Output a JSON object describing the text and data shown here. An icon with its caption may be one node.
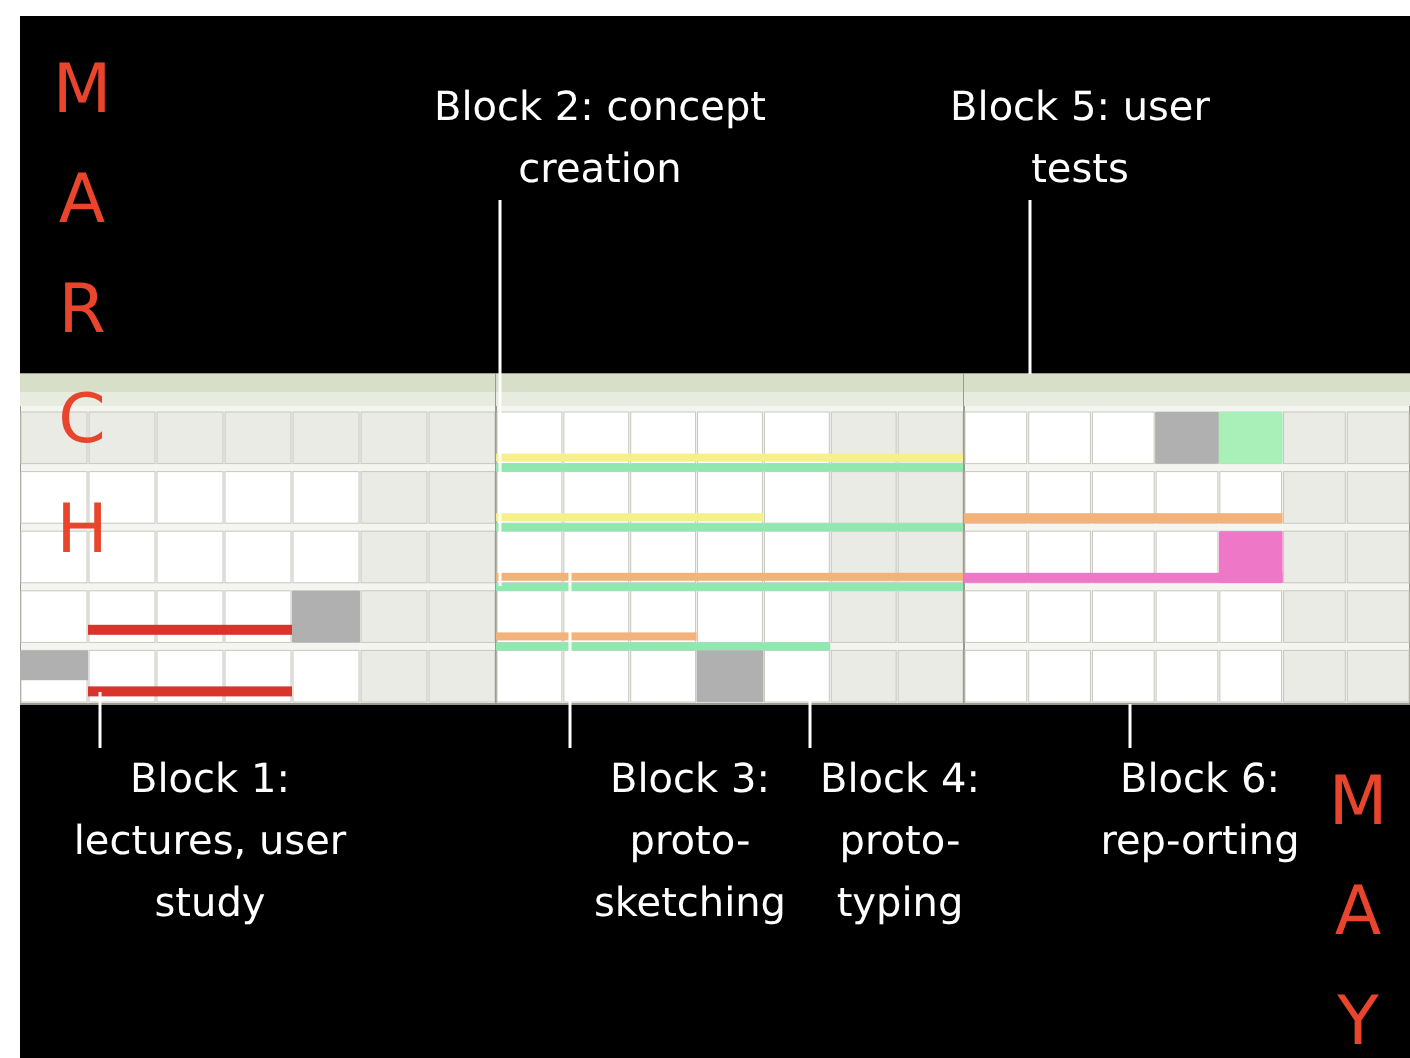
{
  "diagram": {
    "nodes": [
      {
        "text": [
          "Block 2: concept creation"
        ]
      },
      {
        "text": [
          "Block 5: user tests"
        ]
      },
      {
        "text": [
          "Block 1: lectures, user study"
        ]
      },
      {
        "text": [
          "Block 3: proto-sketching"
        ]
      },
      {
        "text": [
          "Block 4: proto-typing"
        ]
      },
      {
        "text": [
          "Block 6: rep-orting"
        ]
      }
    ],
    "edges": [
      {
        "from": 0,
        "to": null,
        "arrow": "none"
      },
      {
        "from": 1,
        "to": null,
        "arrow": "none"
      },
      {
        "from": 2,
        "to": null,
        "arrow": "none"
      },
      {
        "from": 3,
        "to": null,
        "arrow": "none"
      },
      {
        "from": 4,
        "to": null,
        "arrow": "none"
      },
      {
        "from": 5,
        "to": null,
        "arrow": "none"
      }
    ],
    "labels": [
      "MARCH",
      "MAY"
    ]
  }
}
